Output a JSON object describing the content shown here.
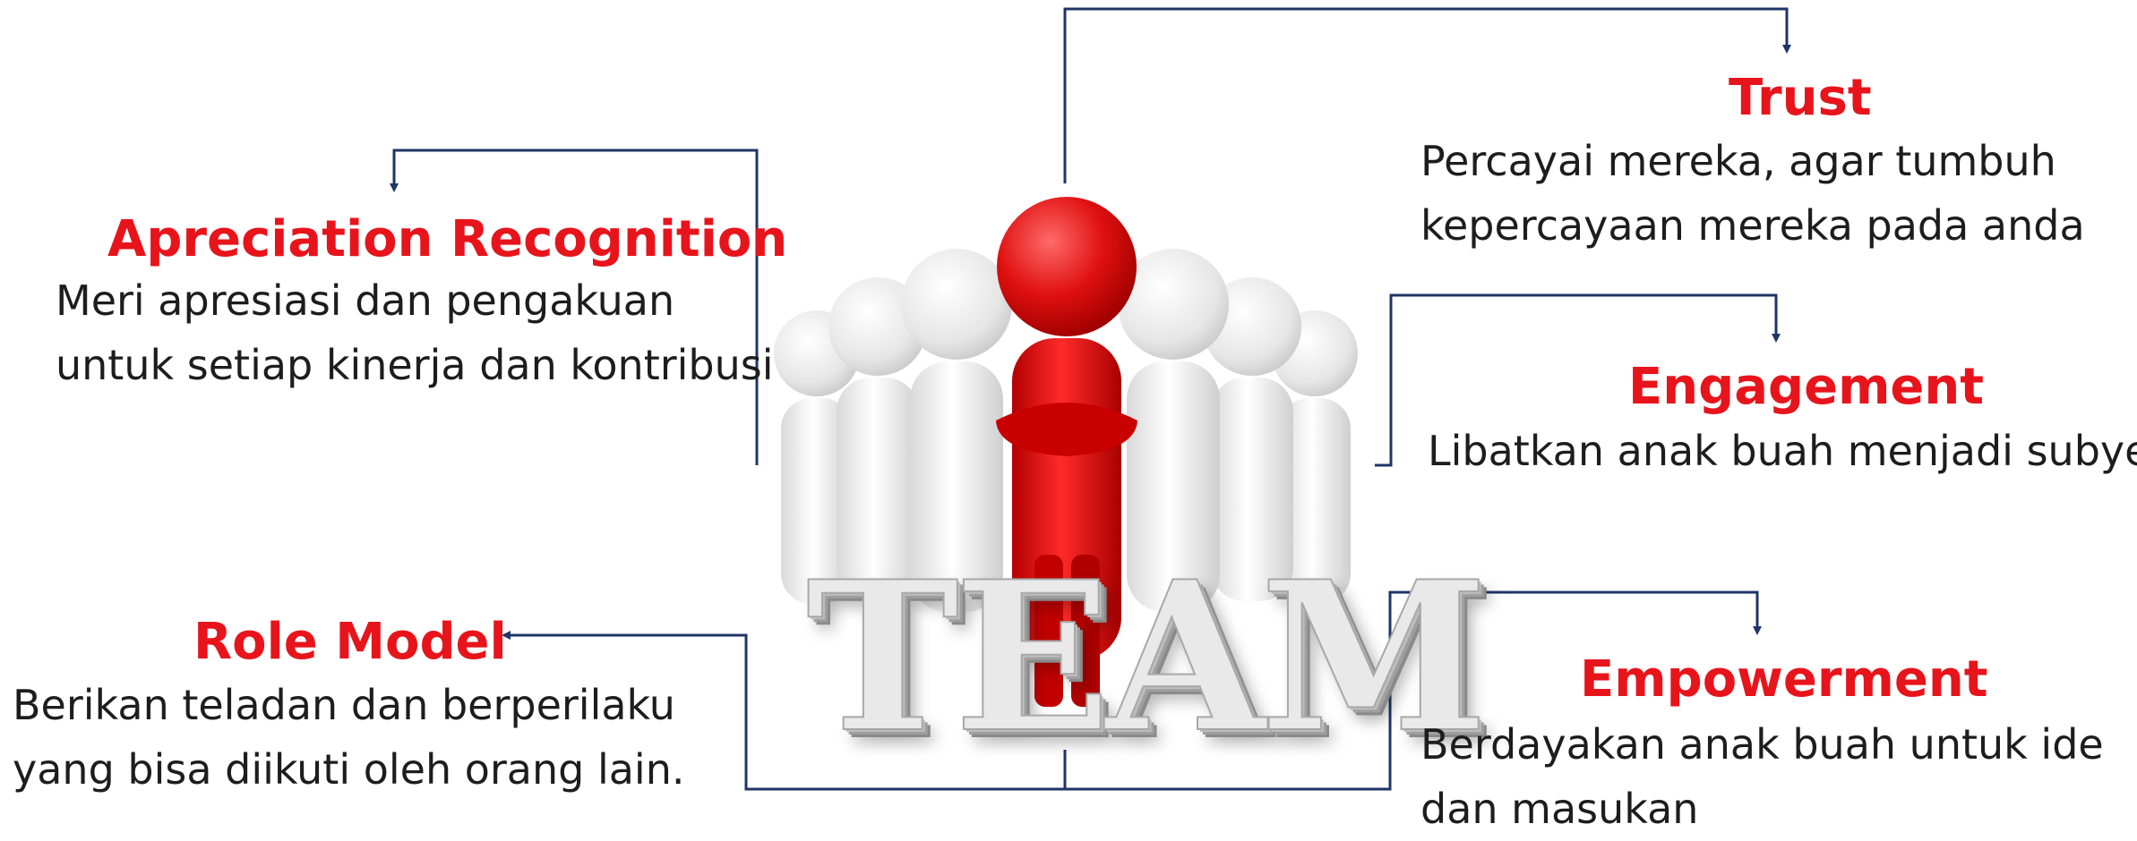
{
  "colors": {
    "heading": "#e8141b",
    "connector": "#1f3566",
    "body_text": "#1d1d1d"
  },
  "center": {
    "word": "TEAM",
    "figure": "red-leader-figure-among-white-figures"
  },
  "nodes": {
    "trust": {
      "title": "Trust",
      "lines": [
        "Percayai mereka, agar tumbuh",
        "kepercayaan mereka pada anda"
      ]
    },
    "appreciation": {
      "title": "Apreciation Recognition",
      "lines": [
        "Meri apresiasi dan pengakuan",
        "untuk setiap kinerja dan kontribusi"
      ]
    },
    "engagement": {
      "title": "Engagement",
      "lines": [
        "Libatkan anak buah menjadi subyek"
      ]
    },
    "role_model": {
      "title": "Role Model",
      "lines": [
        "Berikan teladan dan berperilaku",
        "yang bisa diikuti oleh orang lain."
      ]
    },
    "empowerment": {
      "title": "Empowerment",
      "lines": [
        "Berdayakan anak buah untuk ide",
        "dan masukan"
      ]
    }
  }
}
